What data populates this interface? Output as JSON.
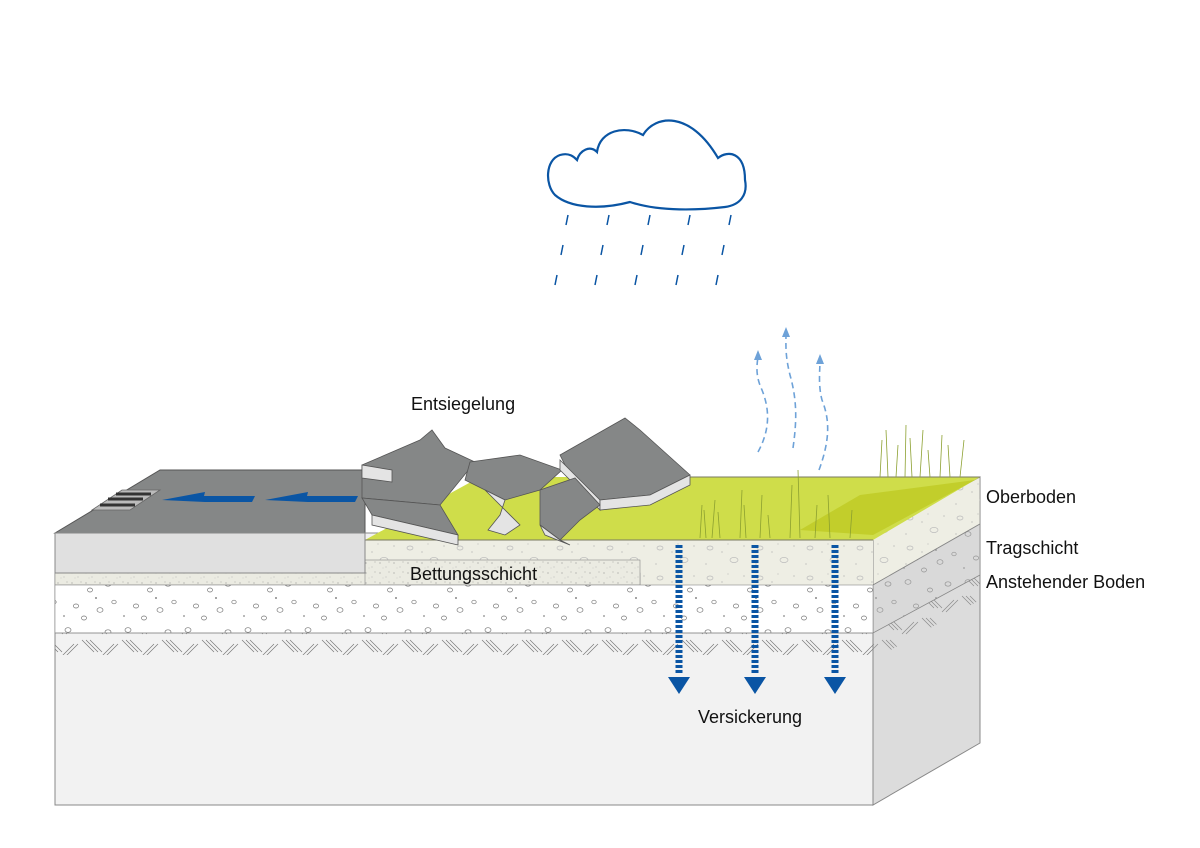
{
  "labels": {
    "unsealing": "Entsiegelung",
    "topsoil": "Oberboden",
    "base_layer": "Tragschicht",
    "natural_soil": "Anstehender Boden",
    "bedding_layer": "Bettungsschicht",
    "infiltration": "Versickerung"
  },
  "icons": {
    "cloud": "rain-cloud-icon",
    "runoff": "runoff-arrow-icon",
    "evaporation": "evaporation-arrow-icon",
    "infiltration": "infiltration-arrow-icon",
    "drain": "drain-grate-icon"
  },
  "colors": {
    "water_blue": "#0a55a4",
    "vapor_blue": "#6ea2d8",
    "asphalt": "#858787",
    "asphalt_side": "#e0e0e0",
    "grass": "#cfdd4a",
    "topsoil_side": "#eeeee4",
    "base_layer": "#ffffff",
    "natural_soil": "#f1f1f1",
    "right_face": "#dcdcdc"
  },
  "counts": {
    "rain_columns": 5,
    "rain_rows": 3,
    "runoff_arrows": 2,
    "evaporation_arrows": 3,
    "infiltration_arrows": 3
  }
}
